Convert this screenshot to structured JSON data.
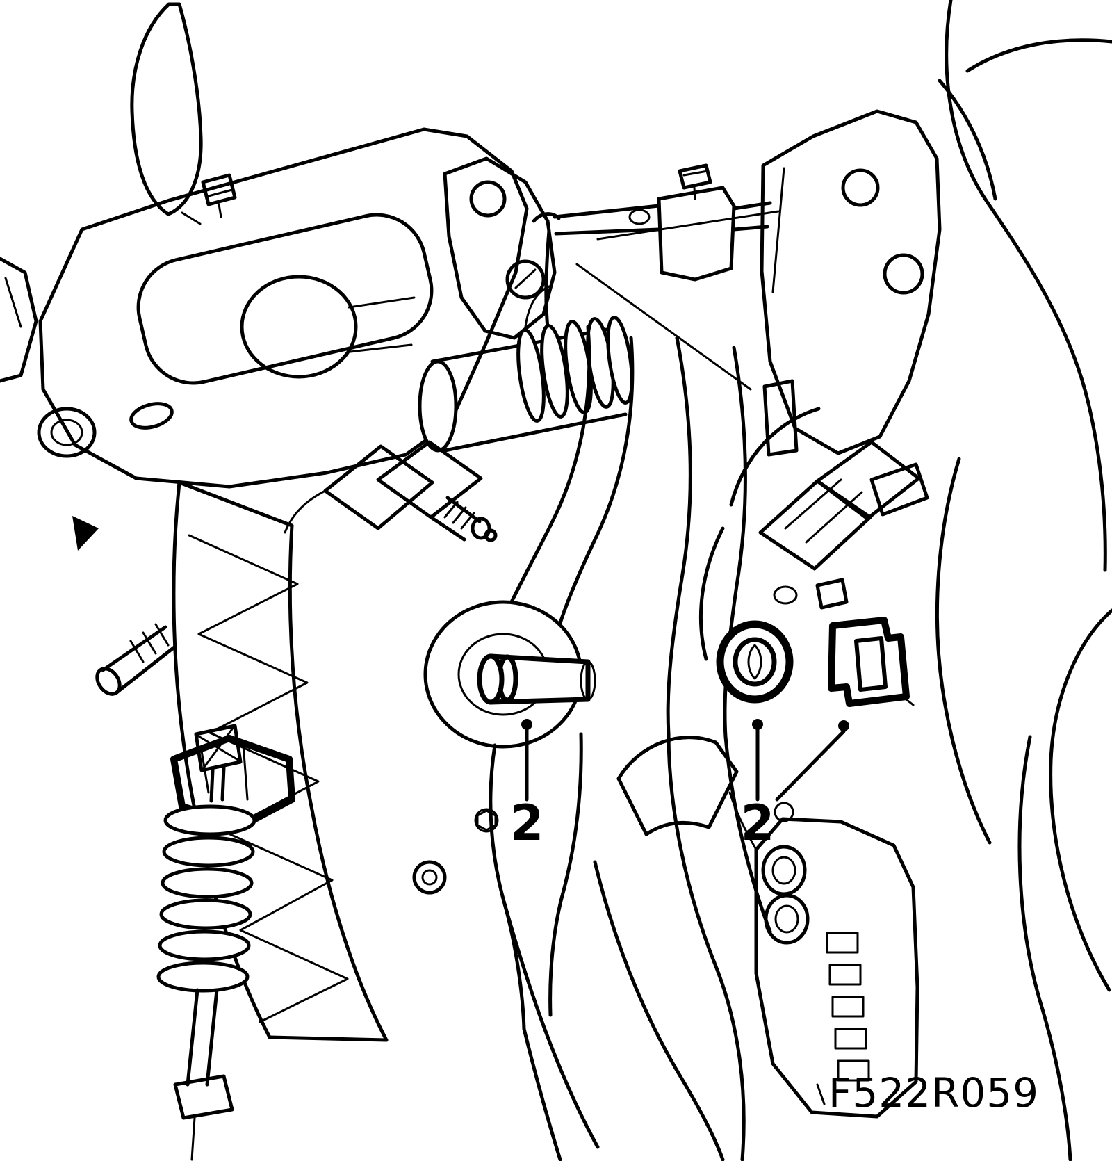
{
  "figure": {
    "code": "F522R059",
    "callouts": [
      {
        "label": "2",
        "points_to": "pivot-pin"
      },
      {
        "label": "2",
        "points_to": "washer-and-retaining-clip"
      }
    ]
  },
  "colors": {
    "line": "#000000",
    "background": "#ffffff"
  }
}
